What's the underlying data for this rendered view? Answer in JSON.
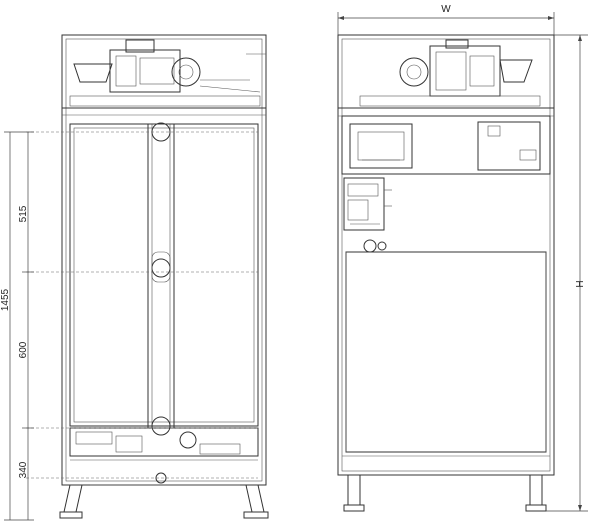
{
  "labels": {
    "width": "W",
    "height": "H",
    "dim_upper": "515",
    "dim_total": "1455",
    "dim_middle": "600",
    "dim_lower": "340"
  }
}
